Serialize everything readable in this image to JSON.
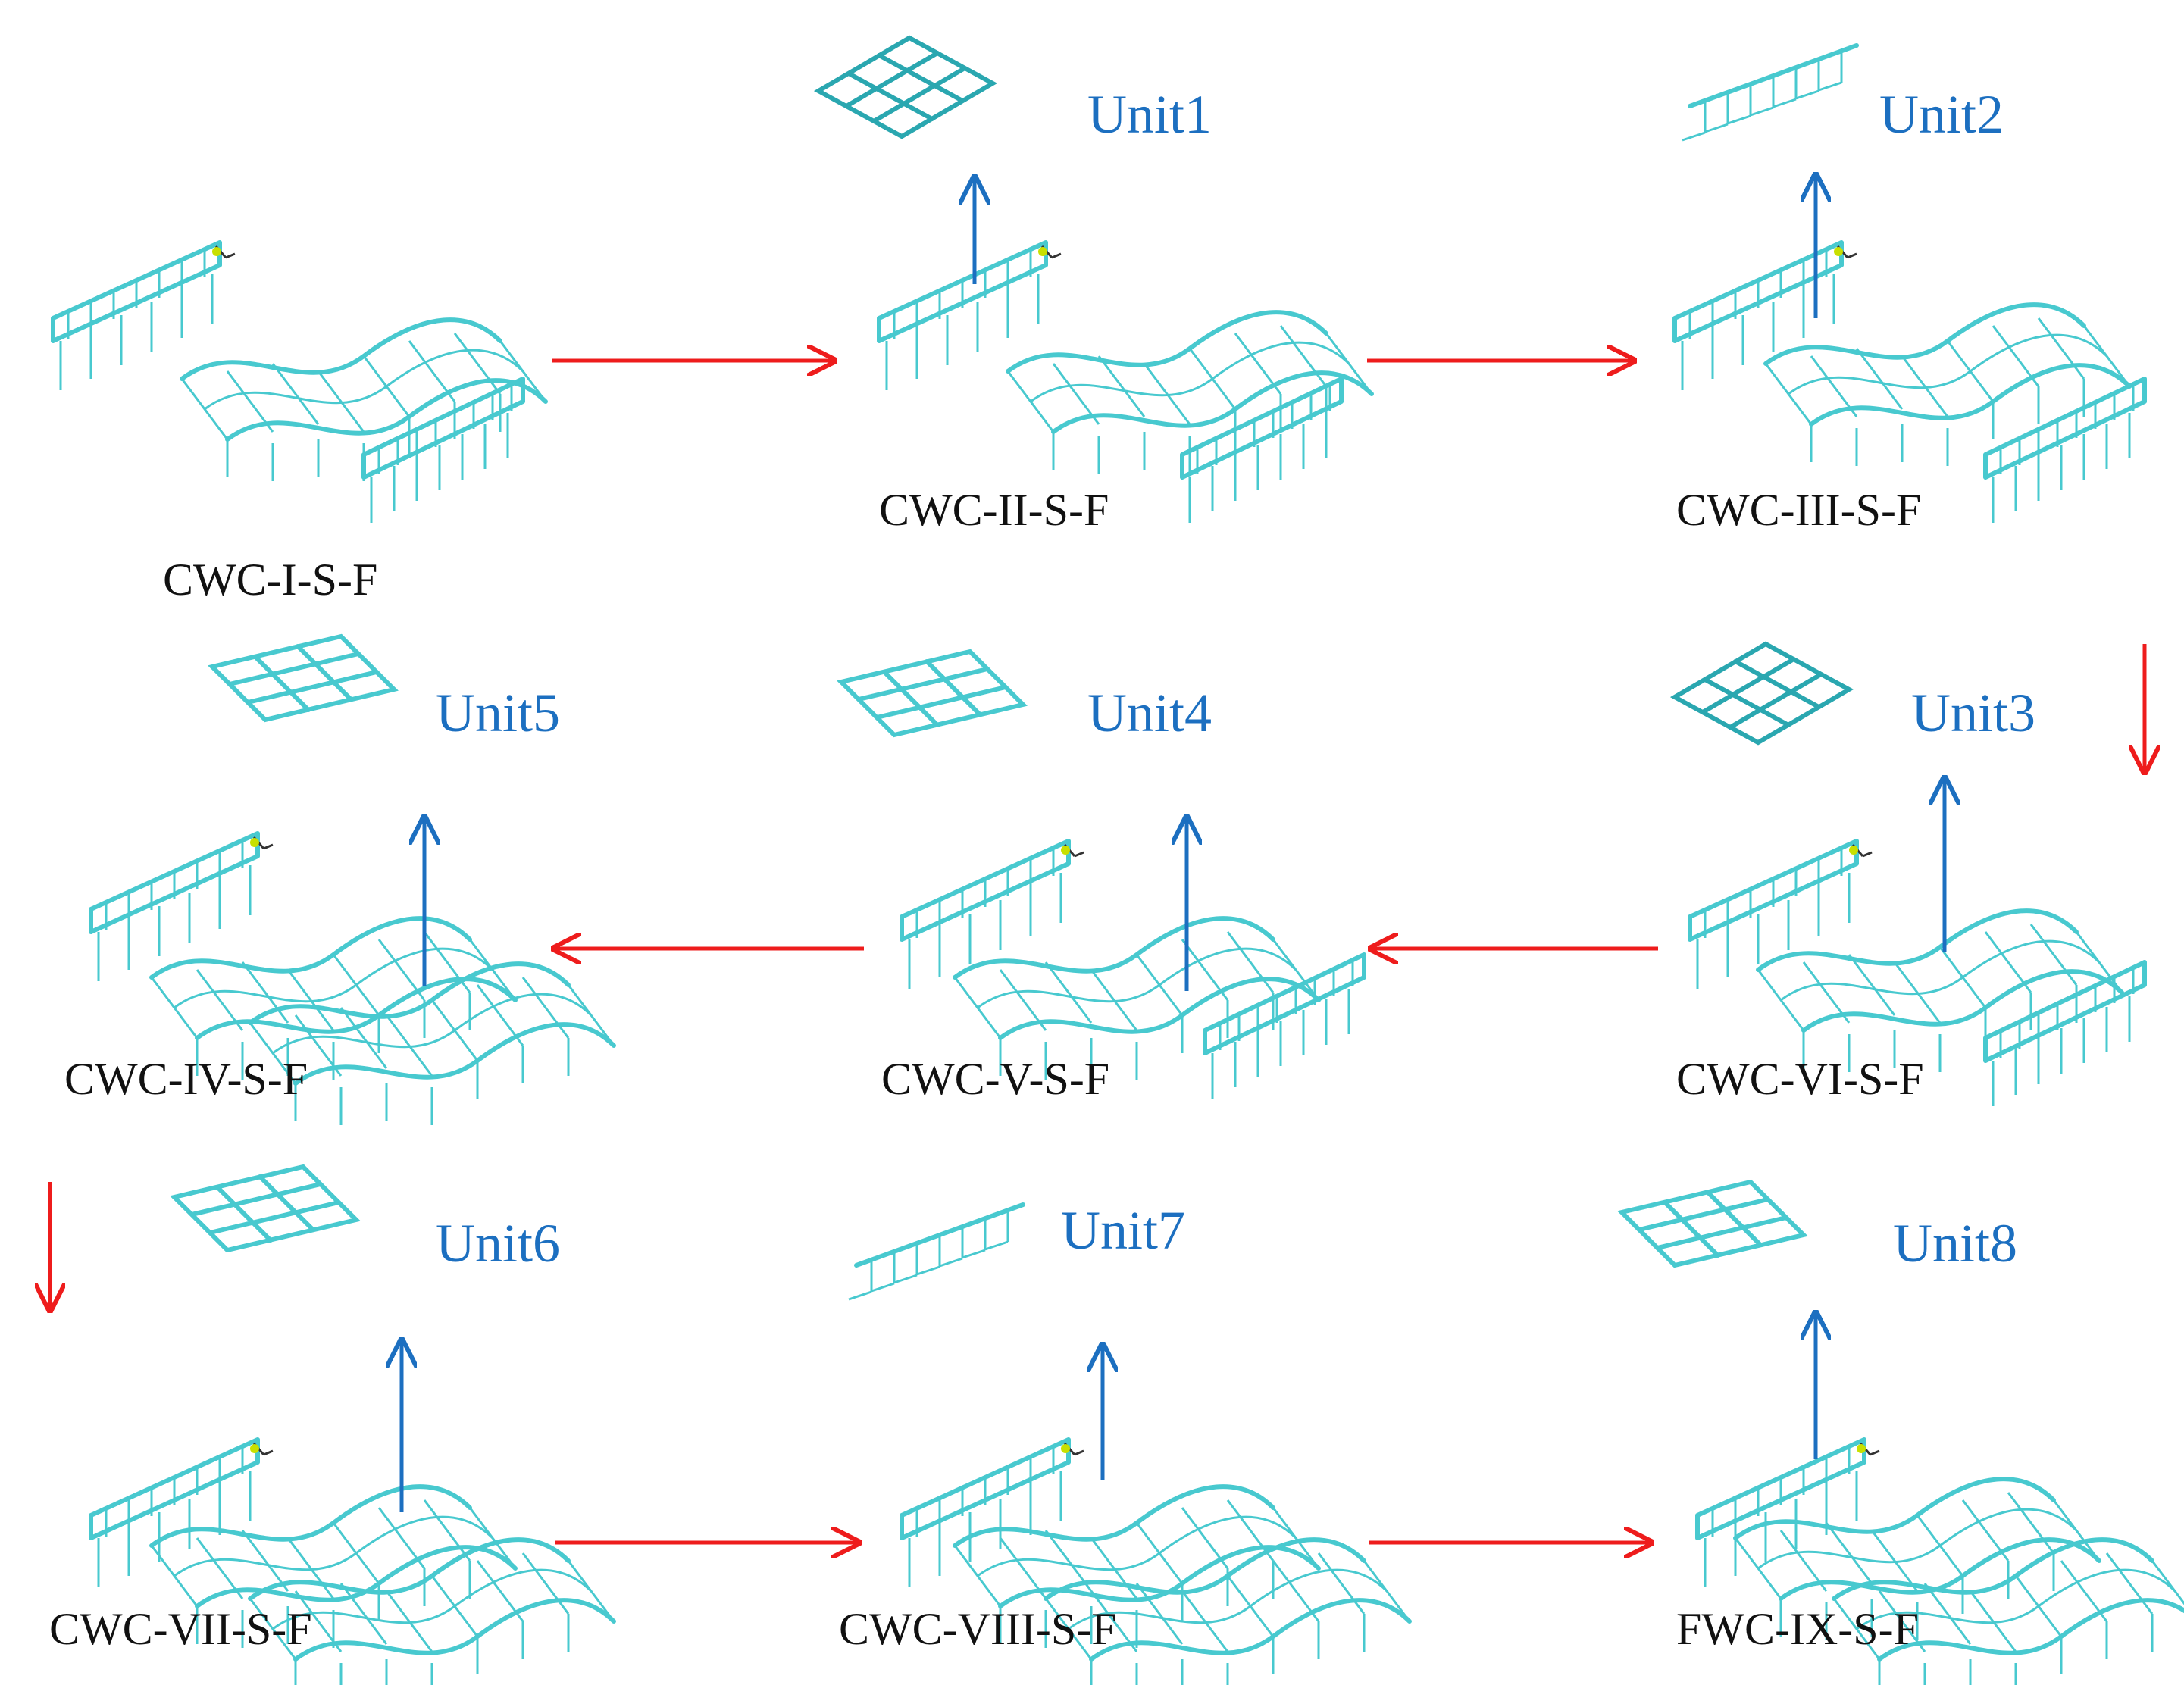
{
  "colors": {
    "flow_arrow": "#ee1c1c",
    "lift_arrow": "#1c6fc0",
    "unit_text": "#1c6fc0",
    "model_mesh": "#48c9cf",
    "stage_text": "#111111"
  },
  "stages": [
    {
      "label": "CWC-I-S-F"
    },
    {
      "label": "CWC-II-S-F"
    },
    {
      "label": "CWC-III-S-F"
    },
    {
      "label": "CWC-IV-S-F"
    },
    {
      "label": "CWC-V-S-F"
    },
    {
      "label": "CWC-VI-S-F"
    },
    {
      "label": "CWC-VII-S-F"
    },
    {
      "label": "CWC-VIII-S-F"
    },
    {
      "label": "FWC-IX-S-F"
    }
  ],
  "units": [
    {
      "label": "Unit1"
    },
    {
      "label": "Unit2"
    },
    {
      "label": "Unit3"
    },
    {
      "label": "Unit4"
    },
    {
      "label": "Unit5"
    },
    {
      "label": "Unit6"
    },
    {
      "label": "Unit7"
    },
    {
      "label": "Unit8"
    }
  ]
}
